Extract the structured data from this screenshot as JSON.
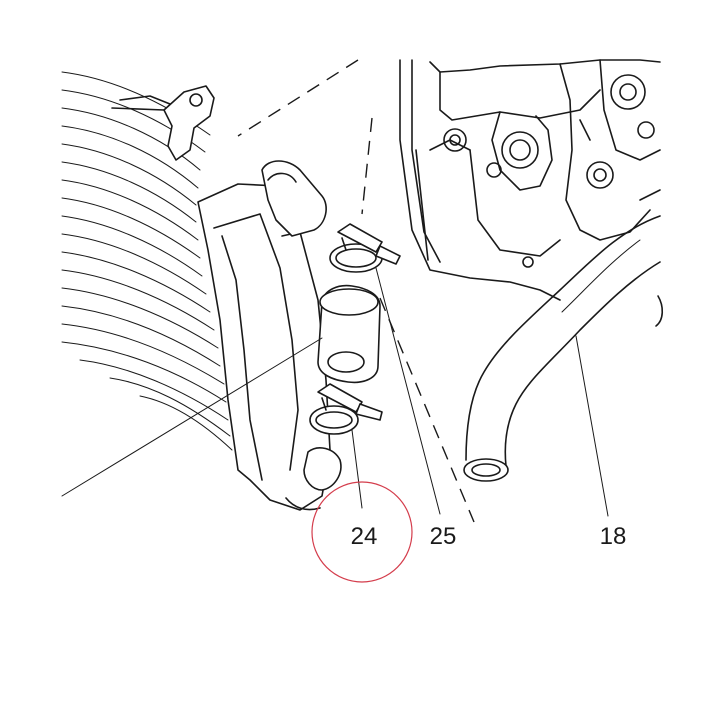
{
  "diagram": {
    "callouts": [
      {
        "id": "part-24",
        "label": "24",
        "highlighted": true
      },
      {
        "id": "part-25",
        "label": "25",
        "highlighted": false
      },
      {
        "id": "part-18",
        "label": "18",
        "highlighted": false
      }
    ],
    "highlight_color": "#d43d4c",
    "line_color": "#1a1a1a"
  }
}
